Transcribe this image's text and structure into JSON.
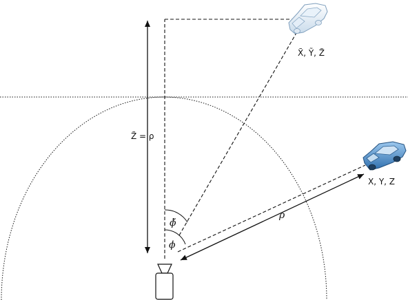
{
  "labels": {
    "ghost_coords": "X̃, Ỹ, Z̃",
    "real_coords": "X, Y, Z",
    "z_equals_rho": "Z̃ = ρ",
    "rho": "ρ",
    "phi": "ϕ",
    "phi_tilde": "ϕ̃"
  },
  "colors": {
    "real_car": "#4a8fc9",
    "ghost_car": "#d8e6f3",
    "line": "#111111"
  },
  "icons": {
    "real_car": "car-icon",
    "ghost_car": "ghost-car-icon",
    "camera": "camera-icon"
  }
}
